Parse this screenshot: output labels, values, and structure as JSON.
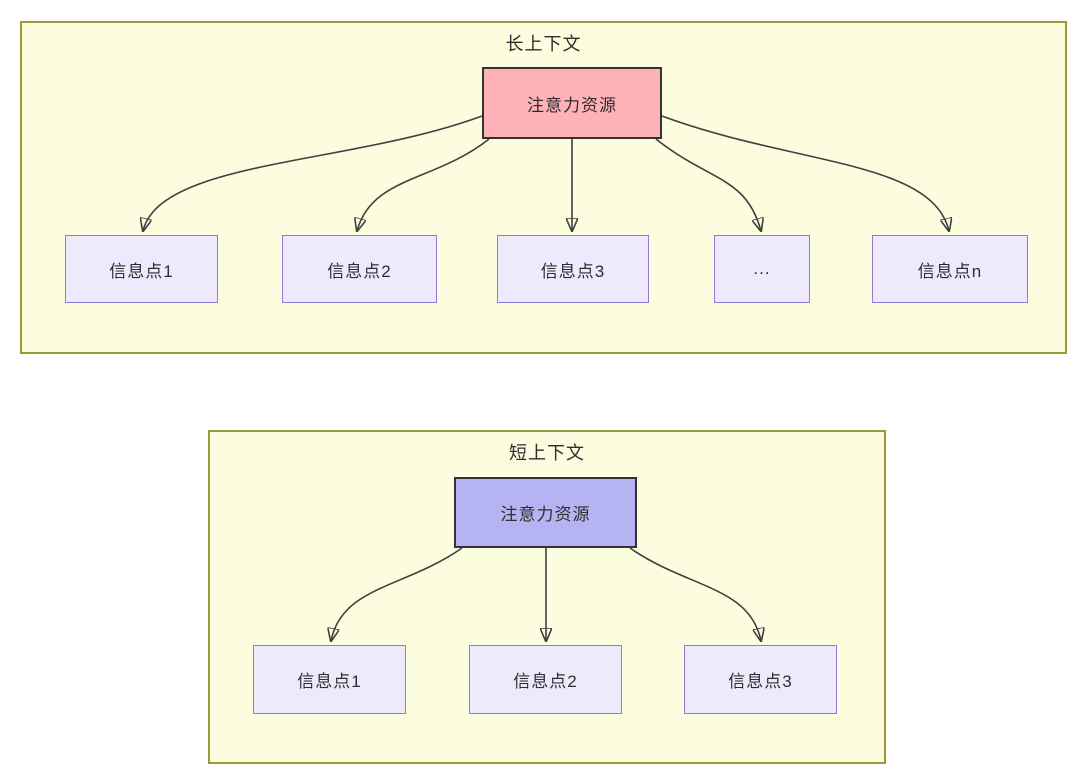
{
  "colors": {
    "page_background": "#ffffff",
    "container_fill": "#fcfcdf",
    "container_border": "#9a9b33",
    "attention_long_fill": "#ffb1b8",
    "attention_short_fill": "#b6b3f2",
    "attention_border": "#333333",
    "info_node_fill": "#eceafc",
    "info_node_border": "#9777d4",
    "text": "#2e2e2e",
    "arrow": "#404040"
  },
  "diagrams": [
    {
      "id": "long-context",
      "title": "长上下文",
      "root_label": "注意力资源",
      "children": [
        "信息点1",
        "信息点2",
        "信息点3",
        "...",
        "信息点n"
      ]
    },
    {
      "id": "short-context",
      "title": "短上下文",
      "root_label": "注意力资源",
      "children": [
        "信息点1",
        "信息点2",
        "信息点3"
      ]
    }
  ]
}
